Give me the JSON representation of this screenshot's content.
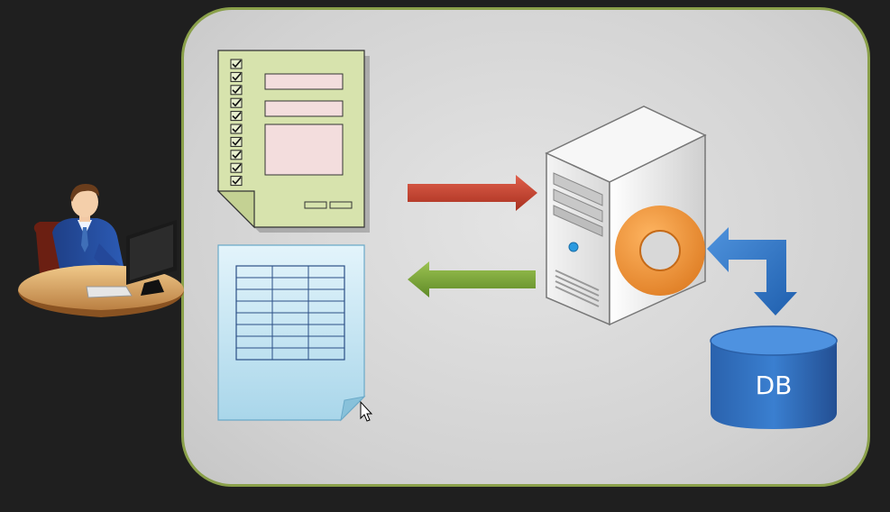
{
  "diagram": {
    "database_label": "DB",
    "form_checkbox_count": 10,
    "table_rows": 8,
    "table_cols": 3
  },
  "colors": {
    "background": "#1f1f1f",
    "panel_fill": "#d6d6d6",
    "panel_border": "#8aa04a",
    "form_fill": "#d7e3ad",
    "table_sheet_fill": "#c9e6f2",
    "request_arrow": "#c8402f",
    "response_arrow": "#79a23a",
    "database_fill": "#2f6fc0",
    "connector_arrow": "#2f74c4",
    "ring_fill": "#ee8a2a"
  },
  "icons": {
    "user": "user-at-desk-icon",
    "form": "form-document-icon",
    "table": "table-document-icon",
    "server": "server-icon",
    "ring": "orange-ring-icon",
    "database": "database-icon",
    "cursor": "mouse-cursor-icon"
  }
}
